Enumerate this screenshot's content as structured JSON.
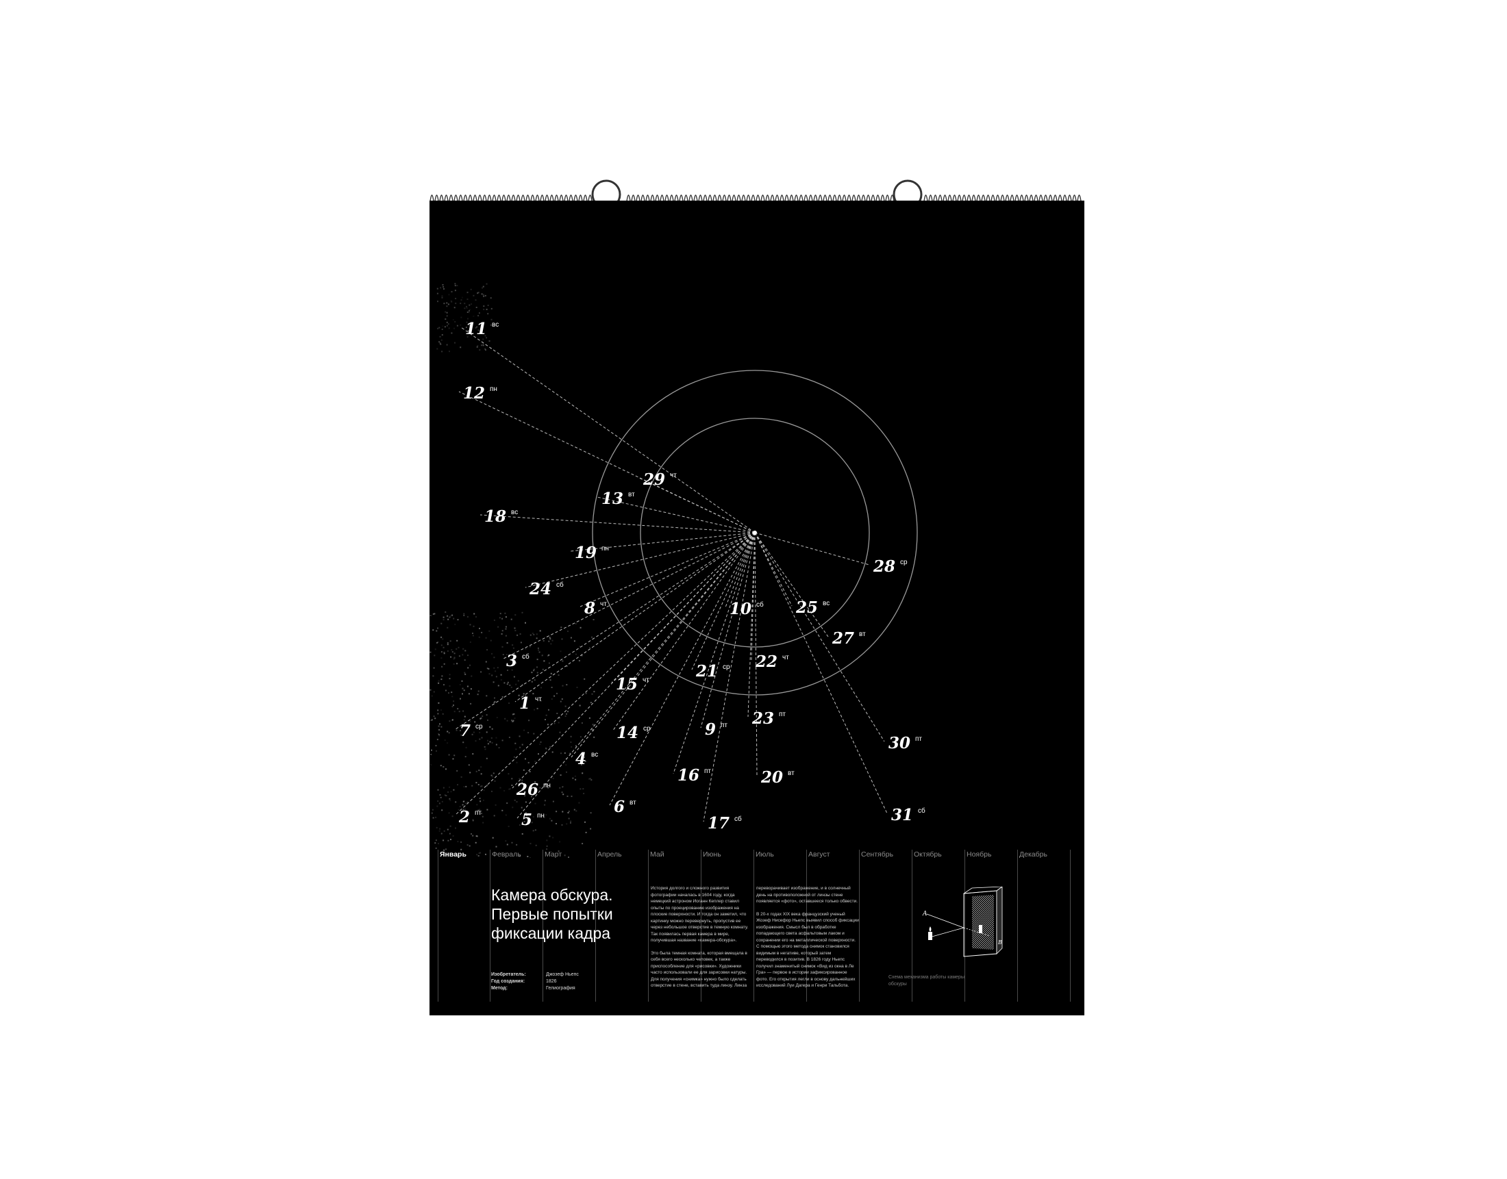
{
  "calendar": {
    "days": [
      {
        "n": "1",
        "wd": "чт"
      },
      {
        "n": "2",
        "wd": "пт"
      },
      {
        "n": "3",
        "wd": "сб"
      },
      {
        "n": "4",
        "wd": "вс"
      },
      {
        "n": "5",
        "wd": "пн"
      },
      {
        "n": "6",
        "wd": "вт"
      },
      {
        "n": "7",
        "wd": "ср"
      },
      {
        "n": "8",
        "wd": "чт"
      },
      {
        "n": "9",
        "wd": "пт"
      },
      {
        "n": "10",
        "wd": "сб"
      },
      {
        "n": "11",
        "wd": "вс"
      },
      {
        "n": "12",
        "wd": "пн"
      },
      {
        "n": "13",
        "wd": "вт"
      },
      {
        "n": "14",
        "wd": "ср"
      },
      {
        "n": "15",
        "wd": "чт"
      },
      {
        "n": "16",
        "wd": "пт"
      },
      {
        "n": "17",
        "wd": "сб"
      },
      {
        "n": "18",
        "wd": "вс"
      },
      {
        "n": "19",
        "wd": "пн"
      },
      {
        "n": "20",
        "wd": "вт"
      },
      {
        "n": "21",
        "wd": "ср"
      },
      {
        "n": "22",
        "wd": "чт"
      },
      {
        "n": "23",
        "wd": "пт"
      },
      {
        "n": "24",
        "wd": "сб"
      },
      {
        "n": "25",
        "wd": "вс"
      },
      {
        "n": "26",
        "wd": "пн"
      },
      {
        "n": "27",
        "wd": "вт"
      },
      {
        "n": "28",
        "wd": "ср"
      },
      {
        "n": "29",
        "wd": "чт"
      },
      {
        "n": "30",
        "wd": "пт"
      },
      {
        "n": "31",
        "wd": "сб"
      }
    ],
    "months": [
      "Январь",
      "Февраль",
      "Март",
      "Апрель",
      "Май",
      "Июнь",
      "Июль",
      "Август",
      "Сентябрь",
      "Октябрь",
      "Ноябрь",
      "Декабрь"
    ],
    "active_month": "Январь"
  },
  "article": {
    "title_lines": [
      "Камера обскура.",
      "Первые попытки",
      "фиксации кадра"
    ],
    "meta": [
      {
        "key": "Изобретатель:",
        "value": "Джозеф Ньепс"
      },
      {
        "key": "Год создания:",
        "value": "1826"
      },
      {
        "key": "Метод:",
        "value": "Гелиография"
      }
    ],
    "column1": [
      "История долгого и сложного развития фотографии началась в 1604 году, когда немецкий астроном Иоганн Кеплер ставил опыты по проецированию изображения на плоские поверхности. И тогда он заметил, что картинку можно перевернуть, пропустив ее через небольшое отверстие в темную комнату. Так появилась первая камера в мире, получившая название «камера-обскура».",
      "Это была темная комната, которая вмещала в себя всего несколько человек, а также приспособление для «рисовки». Художники часто использовали ее для зарисовки натуры. Для получения «снимка» нужно было сделать отверстие в стене, вставить туда линзу. Линза"
    ],
    "column2": [
      "переворачивает изображение, и в солнечный день на противоположной от линзы стене появляется «фото», оставшееся только обвести.",
      "В 20-х годах XIX века французский ученый Жозеф Нисефор Ньепс выявил способ фиксации изображения. Смысл был в обработке попадающего света асфальтовым лаком и сохранении его на металлической поверхности. С помощью этого метода снимок становился видимым в негативе, который затем переводился в позитив. В 1826 году Ньепс получил знаменитый снимок «Вид из окна в Ле Гра» — первое в истории зафиксированное фото. Его открытия легли в основу дальнейших исследований Луи Дагера и Генри Тальбота."
    ],
    "figure_caption": "Схема механизма работы камеры обскуры",
    "figure_labels": [
      "A",
      "B"
    ]
  },
  "colors": {
    "page": "#000000",
    "text": "#ffffff",
    "muted": "#8c8c8c"
  }
}
